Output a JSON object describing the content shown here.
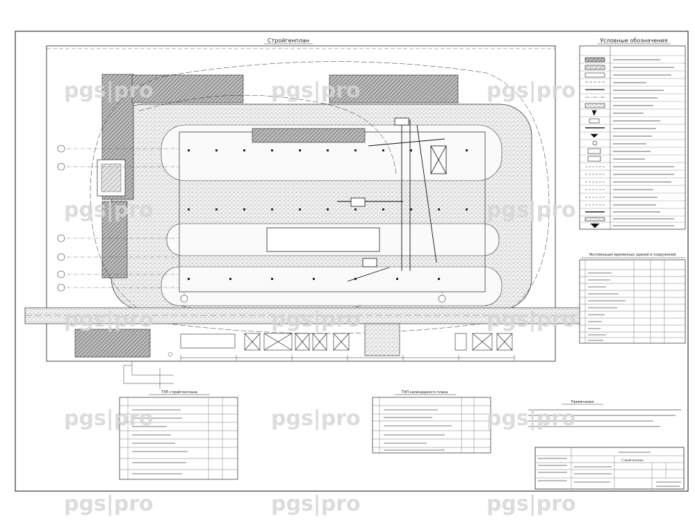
{
  "drawing": {
    "site_plan_title": "Стройгенплан",
    "legend_title": "Условные обозначения",
    "explication_title": "Экспликация временных зданий и сооружений",
    "tep_site_title": "ТЭП стройгенплана",
    "tep_calendar_title": "ТЭП календарного плана",
    "notes_title": "Примечания",
    "watermark": "pgs|pro"
  },
  "title_block": {
    "sheet_name": "Стройгенплан"
  }
}
